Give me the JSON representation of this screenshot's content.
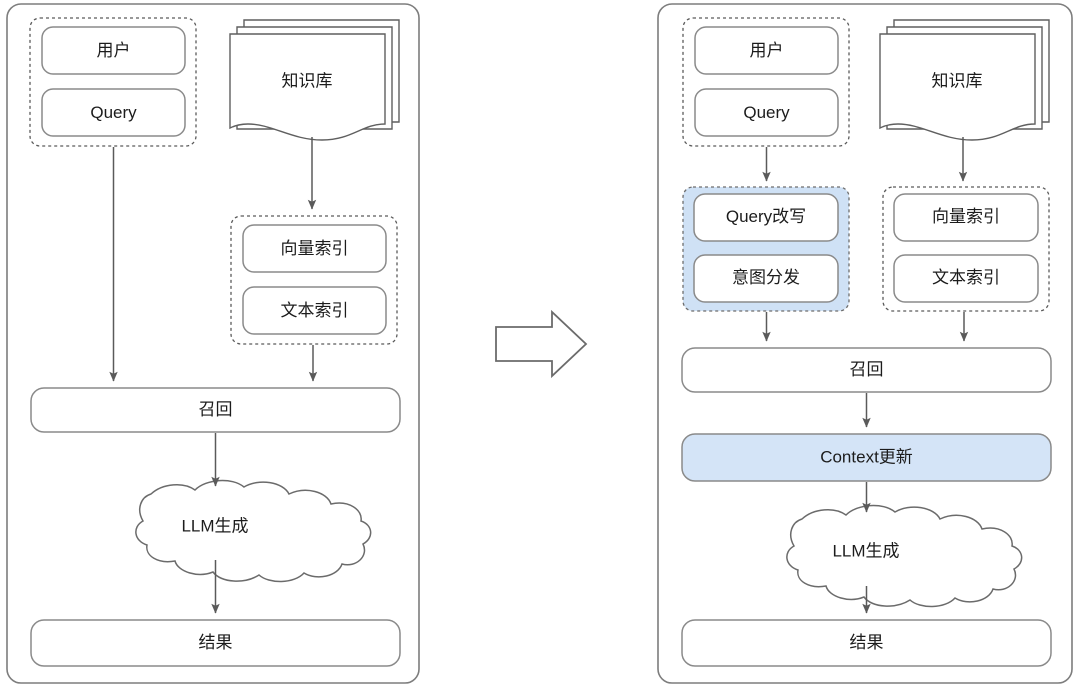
{
  "diagram": {
    "title": "RAG pipeline before and after Context update",
    "transition_icon": "right-block-arrow-icon",
    "colors": {
      "highlight_fill": "#cfe1f5",
      "highlight_box_fill": "#d4e4f7",
      "node_stroke": "#8a8a8a",
      "panel_stroke": "#7d7d7d",
      "arrow_stroke": "#5a5a5a",
      "text": "#1c1c1c",
      "background": "#ffffff"
    },
    "left_panel": {
      "name": "baseline-rag-pipeline",
      "user_group": {
        "label": "user-query-group",
        "items": [
          {
            "label": "用户"
          },
          {
            "label": "Query"
          }
        ]
      },
      "knowledge_base": {
        "label": "知识库"
      },
      "index_group": {
        "label": "index-group",
        "items": [
          {
            "label": "向量索引"
          },
          {
            "label": "文本索引"
          }
        ]
      },
      "recall": {
        "label": "召回"
      },
      "llm": {
        "label": "LLM生成"
      },
      "result": {
        "label": "结果"
      }
    },
    "right_panel": {
      "name": "enhanced-rag-pipeline",
      "user_group": {
        "label": "user-query-group",
        "items": [
          {
            "label": "用户"
          },
          {
            "label": "Query"
          }
        ]
      },
      "knowledge_base": {
        "label": "知识库"
      },
      "query_group": {
        "label": "query-processing-group",
        "highlighted": true,
        "items": [
          {
            "label": "Query改写"
          },
          {
            "label": "意图分发"
          }
        ]
      },
      "index_group": {
        "label": "index-group",
        "items": [
          {
            "label": "向量索引"
          },
          {
            "label": "文本索引"
          }
        ]
      },
      "recall": {
        "label": "召回"
      },
      "context_update": {
        "label": "Context更新",
        "highlighted": true
      },
      "llm": {
        "label": "LLM生成"
      },
      "result": {
        "label": "结果"
      }
    }
  }
}
